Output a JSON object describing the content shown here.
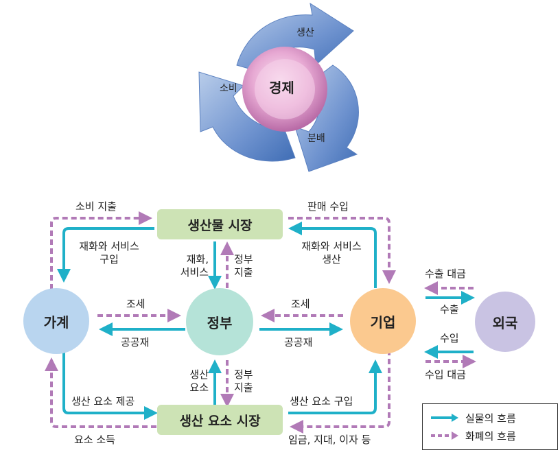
{
  "cycle": {
    "center": "경제",
    "arrows": [
      "생산",
      "분배",
      "소비"
    ]
  },
  "nodes": {
    "household": "가계",
    "government": "정부",
    "firm": "기업",
    "foreign": "외국"
  },
  "markets": {
    "product": "생산물 시장",
    "factor": "생산 요소 시장"
  },
  "flows": {
    "consumption_spending": "소비 지출",
    "goods_purchase": "재화와 서비스\n구입",
    "sales_revenue": "판매 수입",
    "goods_production": "재화와 서비스\n생산",
    "gov_goods": "재화,\n서비스",
    "gov_spending_top": "정부\n지출",
    "tax_household": "조세",
    "public_goods_household": "공공재",
    "tax_firm": "조세",
    "public_goods_firm": "공공재",
    "factor_supply": "생산 요소 제공",
    "factor_income": "요소 소득",
    "factor_purchase": "생산 요소 구입",
    "wages_rent_interest": "임금, 지대, 이자 등",
    "gov_factor": "생산\n요소",
    "gov_spending_bottom": "정부\n지출",
    "export_payment": "수출 대금",
    "export": "수출",
    "import": "수입",
    "import_payment": "수입 대금"
  },
  "legend": {
    "real_flow": "실물의 흐름",
    "money_flow": "화폐의 흐름"
  },
  "colors": {
    "real_flow": "#1fb0c8",
    "money_flow": "#b17ab7",
    "household": "#b9d5ef",
    "government": "#b5e3d8",
    "firm": "#fbc98f",
    "foreign": "#c9c3e3",
    "market": "#cde3b5"
  }
}
